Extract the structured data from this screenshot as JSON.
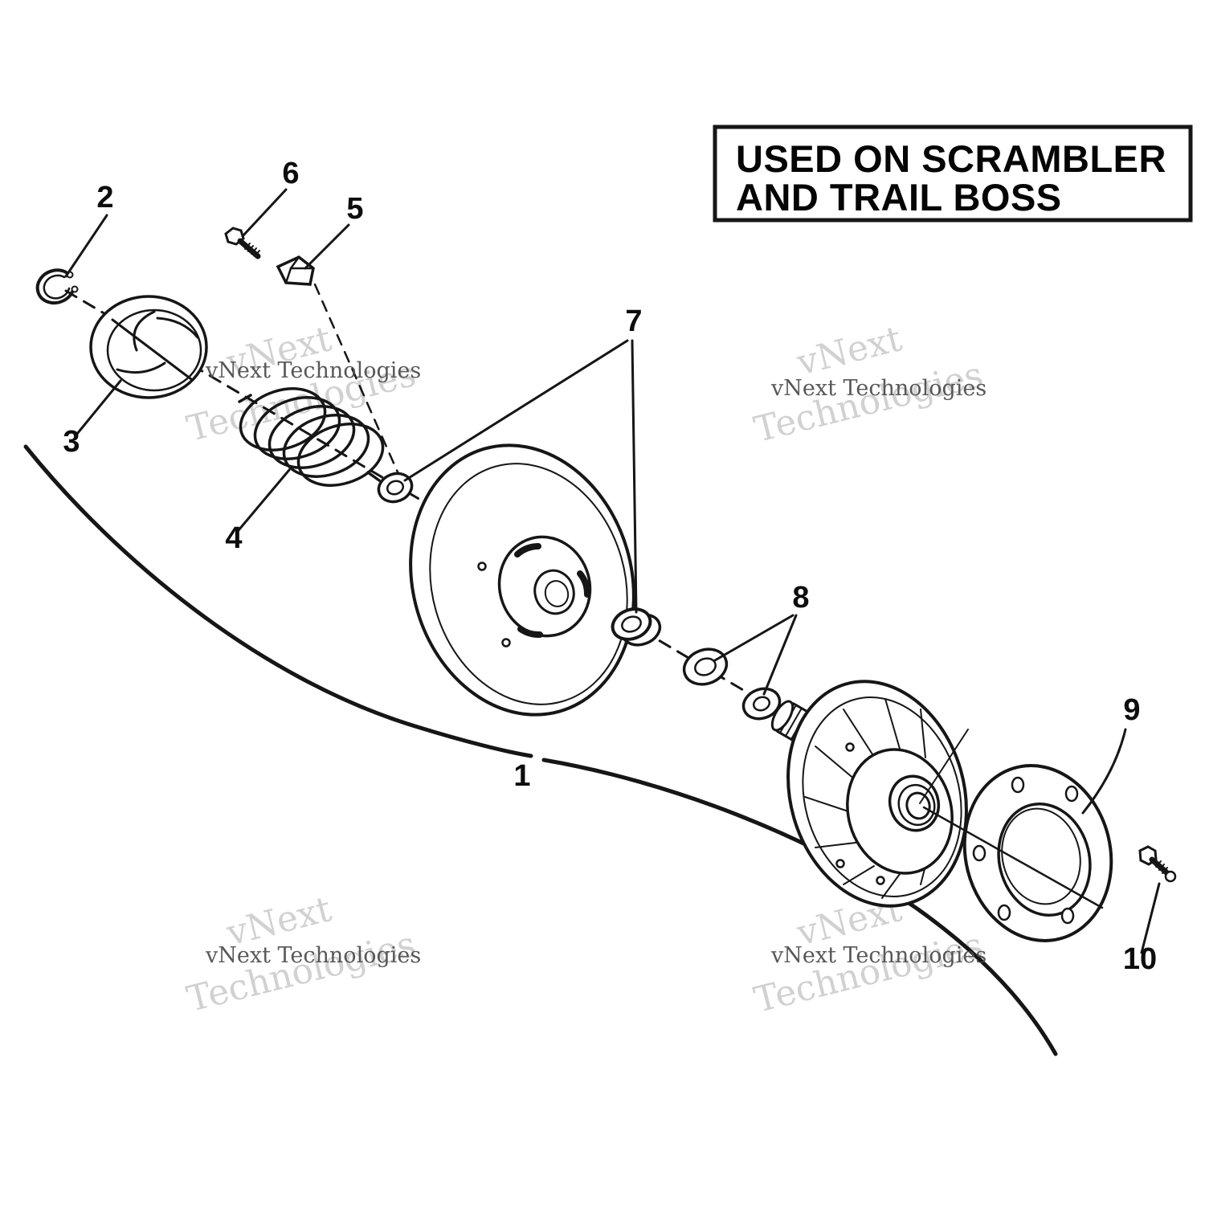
{
  "notice": {
    "line1": "USED ON SCRAMBLER",
    "line2": "AND TRAIL BOSS"
  },
  "watermark": {
    "word1": "vNext",
    "word2": "Technologies",
    "full": "vNext Technologies"
  },
  "callouts": {
    "c1": "1",
    "c2": "2",
    "c3": "3",
    "c4": "4",
    "c5": "5",
    "c6": "6",
    "c7": "7",
    "c8": "8",
    "c9": "9",
    "c10": "10"
  }
}
